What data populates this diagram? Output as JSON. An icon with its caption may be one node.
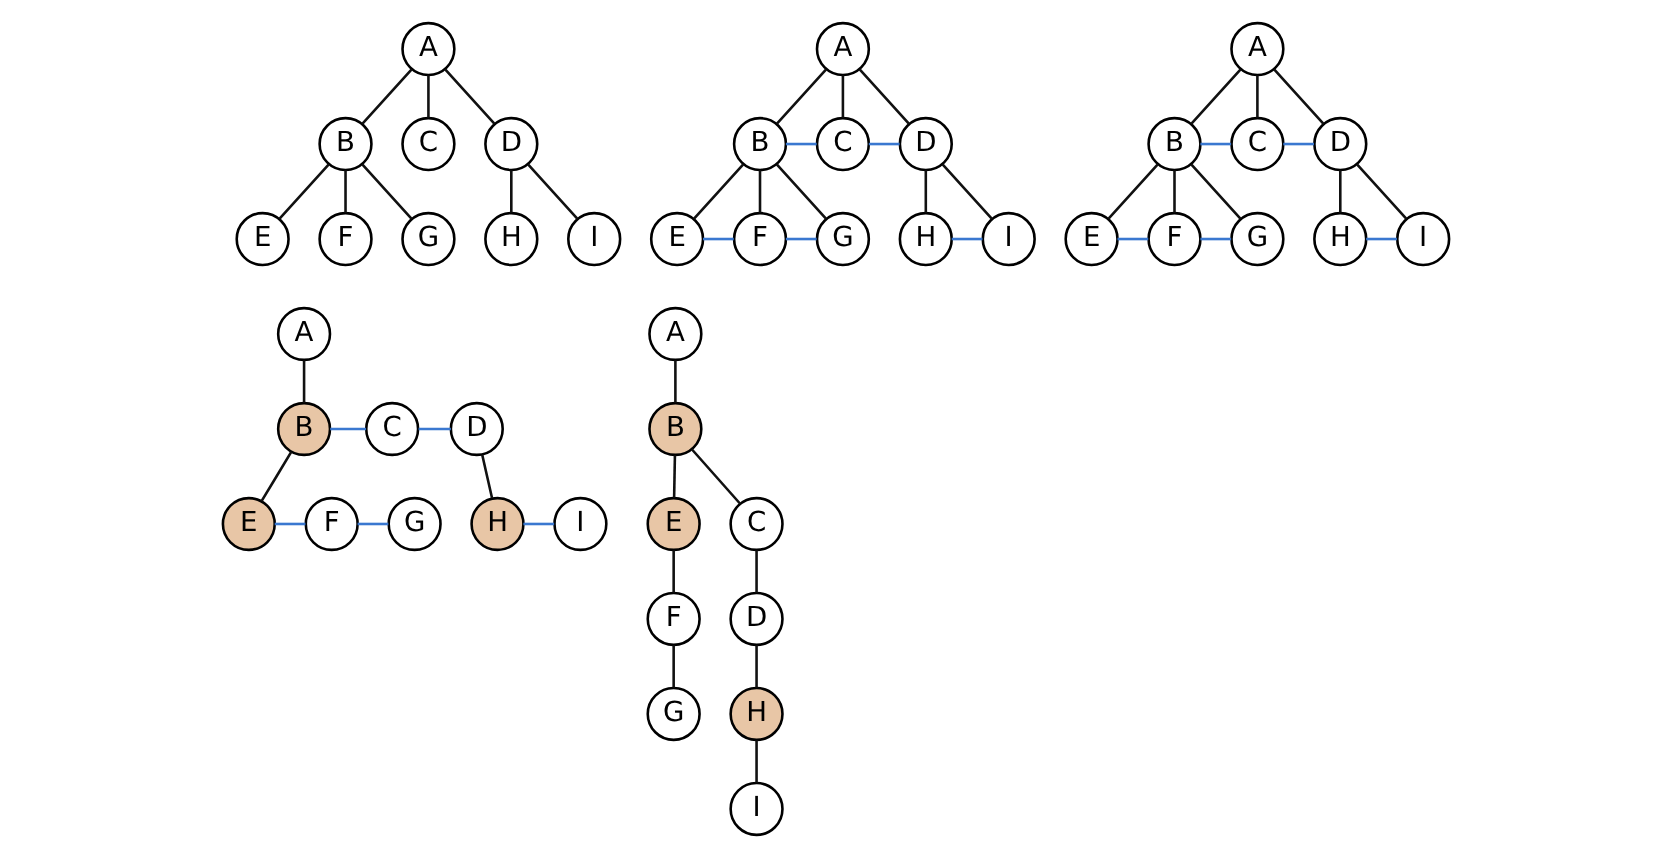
{
  "diagram": {
    "nodes": [
      {
        "text": [
          "A"
        ]
      },
      {
        "text": [
          "B"
        ]
      },
      {
        "text": [
          "C"
        ]
      },
      {
        "text": [
          "D"
        ]
      },
      {
        "text": [
          "E"
        ]
      },
      {
        "text": [
          "F"
        ]
      },
      {
        "text": [
          "G"
        ]
      },
      {
        "text": [
          "H"
        ]
      },
      {
        "text": [
          "I"
        ]
      },
      {
        "text": [
          "A"
        ]
      },
      {
        "text": [
          "B"
        ]
      },
      {
        "text": [
          "C"
        ]
      },
      {
        "text": [
          "D"
        ]
      },
      {
        "text": [
          "E"
        ]
      },
      {
        "text": [
          "F"
        ]
      },
      {
        "text": [
          "G"
        ]
      },
      {
        "text": [
          "H"
        ]
      },
      {
        "text": [
          "I"
        ]
      },
      {
        "text": [
          "A"
        ]
      },
      {
        "text": [
          "B"
        ]
      },
      {
        "text": [
          "C"
        ]
      },
      {
        "text": [
          "D"
        ]
      },
      {
        "text": [
          "E"
        ]
      },
      {
        "text": [
          "F"
        ]
      },
      {
        "text": [
          "G"
        ]
      },
      {
        "text": [
          "H"
        ]
      },
      {
        "text": [
          "I"
        ]
      },
      {
        "text": [
          "A"
        ]
      },
      {
        "text": [
          "B"
        ]
      },
      {
        "text": [
          "C"
        ]
      },
      {
        "text": [
          "D"
        ]
      },
      {
        "text": [
          "E"
        ]
      },
      {
        "text": [
          "F"
        ]
      },
      {
        "text": [
          "G"
        ]
      },
      {
        "text": [
          "H"
        ]
      },
      {
        "text": [
          "I"
        ]
      },
      {
        "text": [
          "A"
        ]
      },
      {
        "text": [
          "B"
        ]
      },
      {
        "text": [
          "E"
        ]
      },
      {
        "text": [
          "C"
        ]
      },
      {
        "text": [
          "F"
        ]
      },
      {
        "text": [
          "D"
        ]
      },
      {
        "text": [
          "G"
        ]
      },
      {
        "text": [
          "H"
        ]
      },
      {
        "text": [
          "I"
        ]
      }
    ],
    "edges": [
      {
        "from": 0,
        "to": 1,
        "arrow": "none"
      },
      {
        "from": 0,
        "to": 2,
        "arrow": "none"
      },
      {
        "from": 0,
        "to": 3,
        "arrow": "none"
      },
      {
        "from": 1,
        "to": 4,
        "arrow": "none"
      },
      {
        "from": 1,
        "to": 5,
        "arrow": "none"
      },
      {
        "from": 1,
        "to": 6,
        "arrow": "none"
      },
      {
        "from": 3,
        "to": 7,
        "arrow": "none"
      },
      {
        "from": 3,
        "to": 8,
        "arrow": "none"
      },
      {
        "from": 9,
        "to": 10,
        "arrow": "none"
      },
      {
        "from": 9,
        "to": 11,
        "arrow": "none"
      },
      {
        "from": 9,
        "to": 12,
        "arrow": "none"
      },
      {
        "from": 10,
        "to": 13,
        "arrow": "none"
      },
      {
        "from": 10,
        "to": 14,
        "arrow": "none"
      },
      {
        "from": 10,
        "to": 15,
        "arrow": "none"
      },
      {
        "from": 12,
        "to": 16,
        "arrow": "none"
      },
      {
        "from": 12,
        "to": 17,
        "arrow": "none"
      },
      {
        "from": 10,
        "to": 11,
        "arrow": "none",
        "color": "#3a78d0"
      },
      {
        "from": 11,
        "to": 12,
        "arrow": "none",
        "color": "#3a78d0"
      },
      {
        "from": 13,
        "to": 14,
        "arrow": "none",
        "color": "#3a78d0"
      },
      {
        "from": 14,
        "to": 15,
        "arrow": "none",
        "color": "#3a78d0"
      },
      {
        "from": 16,
        "to": 17,
        "arrow": "none",
        "color": "#3a78d0"
      },
      {
        "from": 18,
        "to": 19,
        "arrow": "none"
      },
      {
        "from": 18,
        "to": 20,
        "arrow": "none"
      },
      {
        "from": 18,
        "to": 21,
        "arrow": "none"
      },
      {
        "from": 19,
        "to": 22,
        "arrow": "none"
      },
      {
        "from": 19,
        "to": 23,
        "arrow": "none"
      },
      {
        "from": 19,
        "to": 24,
        "arrow": "none"
      },
      {
        "from": 21,
        "to": 25,
        "arrow": "none"
      },
      {
        "from": 21,
        "to": 26,
        "arrow": "none"
      },
      {
        "from": 19,
        "to": 20,
        "arrow": "none",
        "color": "#3a78d0"
      },
      {
        "from": 20,
        "to": 21,
        "arrow": "none",
        "color": "#3a78d0"
      },
      {
        "from": 22,
        "to": 23,
        "arrow": "none",
        "color": "#3a78d0"
      },
      {
        "from": 23,
        "to": 24,
        "arrow": "none",
        "color": "#3a78d0"
      },
      {
        "from": 25,
        "to": 26,
        "arrow": "none",
        "color": "#3a78d0"
      },
      {
        "from": 27,
        "to": 28,
        "arrow": "none"
      },
      {
        "from": 28,
        "to": 29,
        "arrow": "none",
        "color": "#3a78d0"
      },
      {
        "from": 29,
        "to": 30,
        "arrow": "none",
        "color": "#3a78d0"
      },
      {
        "from": 28,
        "to": 31,
        "arrow": "none"
      },
      {
        "from": 31,
        "to": 32,
        "arrow": "none",
        "color": "#3a78d0"
      },
      {
        "from": 32,
        "to": 33,
        "arrow": "none",
        "color": "#3a78d0"
      },
      {
        "from": 30,
        "to": 34,
        "arrow": "none"
      },
      {
        "from": 34,
        "to": 35,
        "arrow": "none",
        "color": "#3a78d0"
      },
      {
        "from": 36,
        "to": 37,
        "arrow": "none"
      },
      {
        "from": 37,
        "to": 38,
        "arrow": "none"
      },
      {
        "from": 37,
        "to": 39,
        "arrow": "none"
      },
      {
        "from": 38,
        "to": 40,
        "arrow": "none"
      },
      {
        "from": 39,
        "to": 41,
        "arrow": "none"
      },
      {
        "from": 40,
        "to": 42,
        "arrow": "none"
      },
      {
        "from": 41,
        "to": 43,
        "arrow": "none"
      },
      {
        "from": 43,
        "to": 44,
        "arrow": "none"
      }
    ]
  }
}
